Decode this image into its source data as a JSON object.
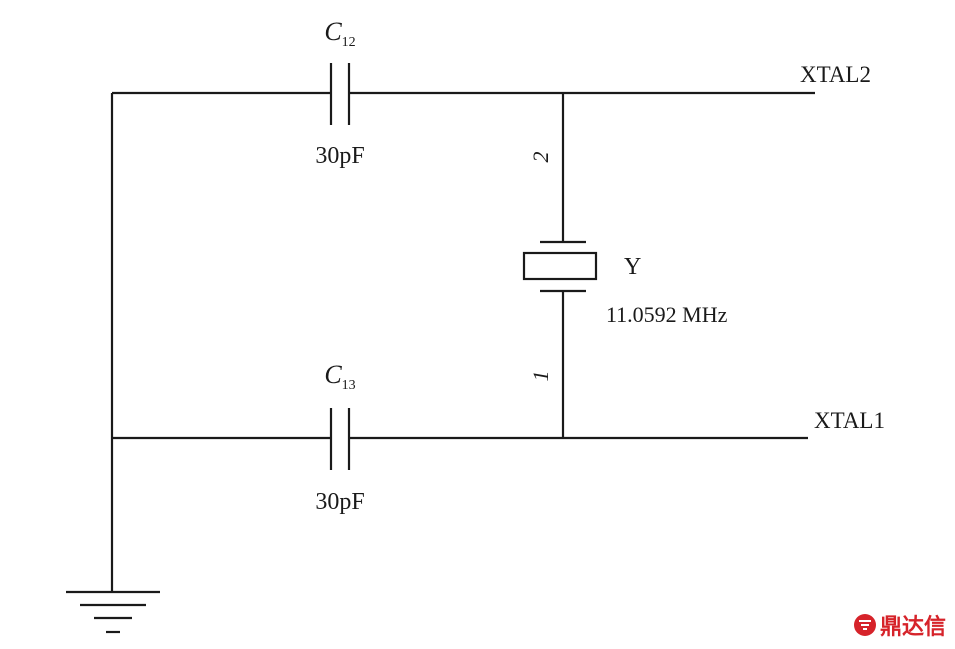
{
  "components": {
    "c12": {
      "designator": "C",
      "subscript": "12",
      "value": "30pF"
    },
    "c13": {
      "designator": "C",
      "subscript": "13",
      "value": "30pF"
    },
    "crystal": {
      "designator": "Y",
      "value": "11.0592 MHz",
      "pin_top": "2",
      "pin_bottom": "1"
    }
  },
  "nets": {
    "top": "XTAL2",
    "bottom": "XTAL1"
  },
  "watermark": {
    "text": "鼎达信",
    "color": "#d6232a"
  }
}
